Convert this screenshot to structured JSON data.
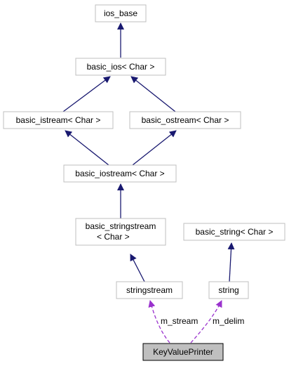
{
  "diagram": {
    "nodes": {
      "ios_base": {
        "lines": [
          "ios_base"
        ]
      },
      "basic_ios": {
        "lines": [
          "basic_ios< Char >"
        ]
      },
      "basic_istream": {
        "lines": [
          "basic_istream< Char >"
        ]
      },
      "basic_ostream": {
        "lines": [
          "basic_ostream< Char >"
        ]
      },
      "basic_iostream": {
        "lines": [
          "basic_iostream< Char >"
        ]
      },
      "basic_stringstream": {
        "lines": [
          "basic_stringstream",
          "< Char >"
        ]
      },
      "basic_string": {
        "lines": [
          "basic_string< Char >"
        ]
      },
      "stringstream": {
        "lines": [
          "stringstream"
        ]
      },
      "string": {
        "lines": [
          "string"
        ]
      },
      "key_value_printer": {
        "lines": [
          "KeyValuePrinter"
        ]
      }
    },
    "edges": {
      "m_stream": {
        "label": "m_stream"
      },
      "m_delim": {
        "label": "m_delim"
      }
    }
  },
  "colors": {
    "inheritance_edge": "#191970",
    "member_edge": "#9a32cd",
    "node_border": "#bfbfbf",
    "focus_node_fill": "#bfbfbf",
    "focus_node_border": "#000000"
  }
}
